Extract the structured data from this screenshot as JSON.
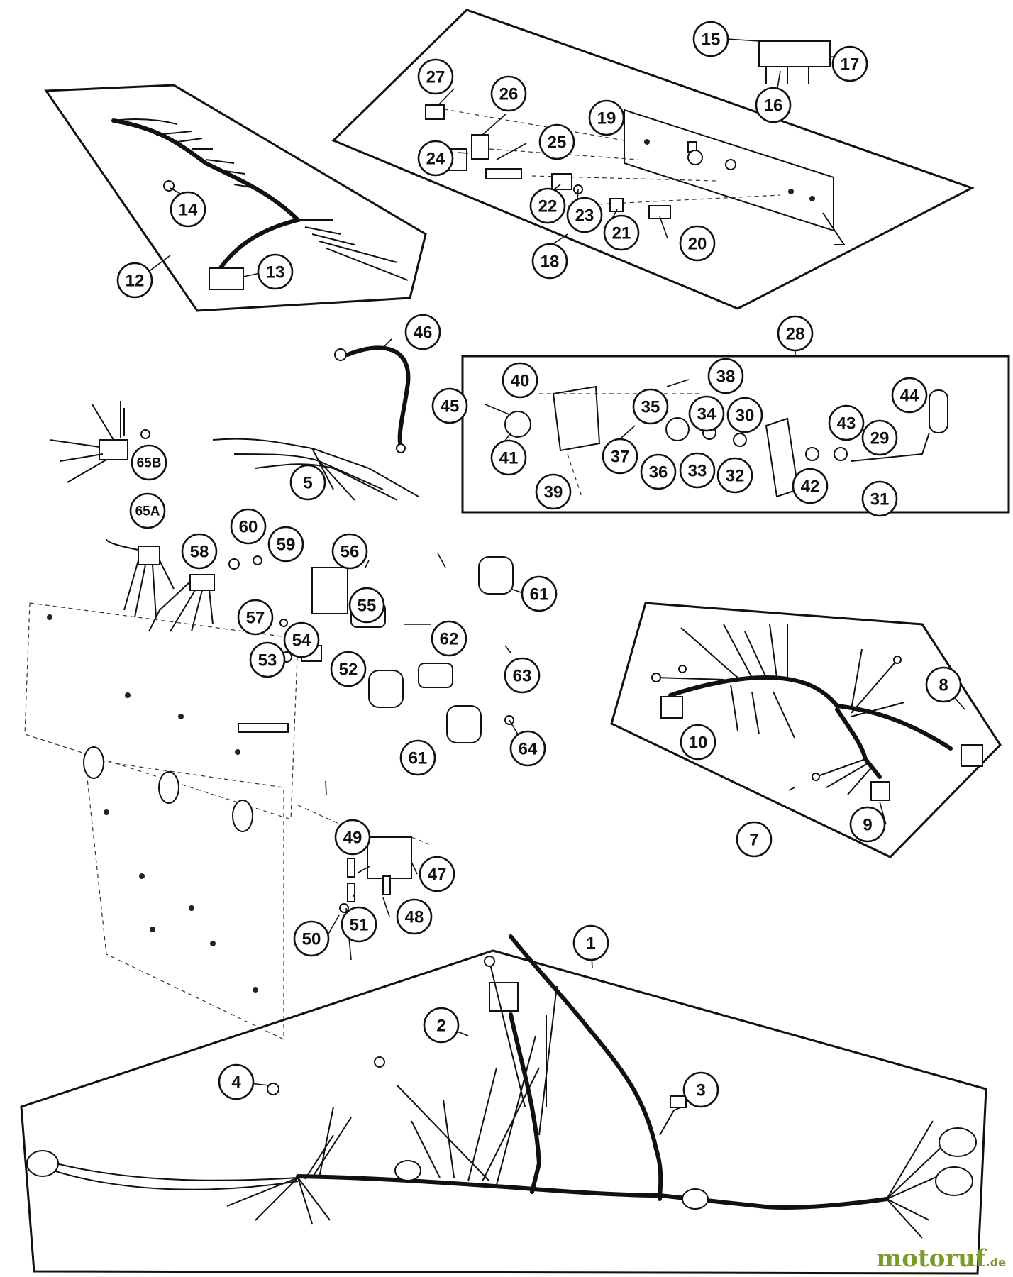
{
  "callouts": {
    "c1": "1",
    "c2": "2",
    "c3": "3",
    "c4": "4",
    "c5": "5",
    "c7": "7",
    "c8": "8",
    "c9": "9",
    "c10": "10",
    "c12": "12",
    "c13": "13",
    "c14": "14",
    "c15": "15",
    "c16": "16",
    "c17": "17",
    "c18": "18",
    "c19": "19",
    "c20": "20",
    "c21": "21",
    "c22": "22",
    "c23": "23",
    "c24": "24",
    "c25": "25",
    "c26": "26",
    "c27": "27",
    "c28": "28",
    "c29": "29",
    "c30": "30",
    "c31": "31",
    "c32": "32",
    "c33": "33",
    "c34": "34",
    "c35": "35",
    "c36": "36",
    "c37": "37",
    "c38": "38",
    "c39": "39",
    "c40": "40",
    "c41": "41",
    "c42": "42",
    "c43": "43",
    "c44": "44",
    "c45": "45",
    "c46": "46",
    "c47": "47",
    "c48": "48",
    "c49": "49",
    "c50": "50",
    "c51": "51",
    "c52": "52",
    "c53": "53",
    "c54": "54",
    "c55": "55",
    "c56": "56",
    "c57": "57",
    "c58": "58",
    "c59": "59",
    "c60": "60",
    "c61a": "61",
    "c61b": "61",
    "c62": "62",
    "c63": "63",
    "c64": "64",
    "c65a": "65A",
    "c65b": "65B"
  },
  "watermark": {
    "brand": "motoruf",
    "suffix": ".de"
  }
}
